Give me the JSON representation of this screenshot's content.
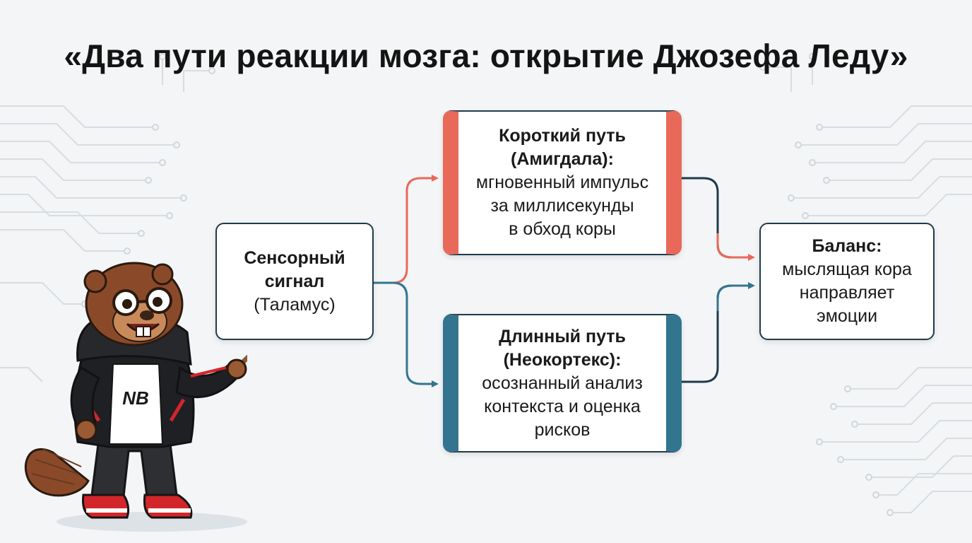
{
  "title": "«Два пути реакции мозга: открытие Джозефа Леду»",
  "nodes": {
    "sensor": {
      "heading": [
        "Сенсорный",
        "сигнал"
      ],
      "lines": [
        "(Таламус)"
      ]
    },
    "short": {
      "heading": [
        "Короткий путь",
        "(Амигдала):"
      ],
      "lines": [
        "мгновенный импульс",
        "за миллисекунды",
        "в обход коры"
      ]
    },
    "long": {
      "heading": [
        "Длинный путь",
        "(Неокортекс):"
      ],
      "lines": [
        "осознанный анализ",
        "контекста и оценка",
        "рисков"
      ]
    },
    "balance": {
      "heading": [
        "Баланс:"
      ],
      "lines": [
        "мыслящая кора",
        "направляет",
        "эмоции"
      ]
    }
  },
  "mascot": {
    "shirt_text": "NB"
  },
  "colors": {
    "short_path": "#e8695a",
    "long_path": "#33758f",
    "outline": "#1f3b4a",
    "background": "#f3f5f7"
  }
}
